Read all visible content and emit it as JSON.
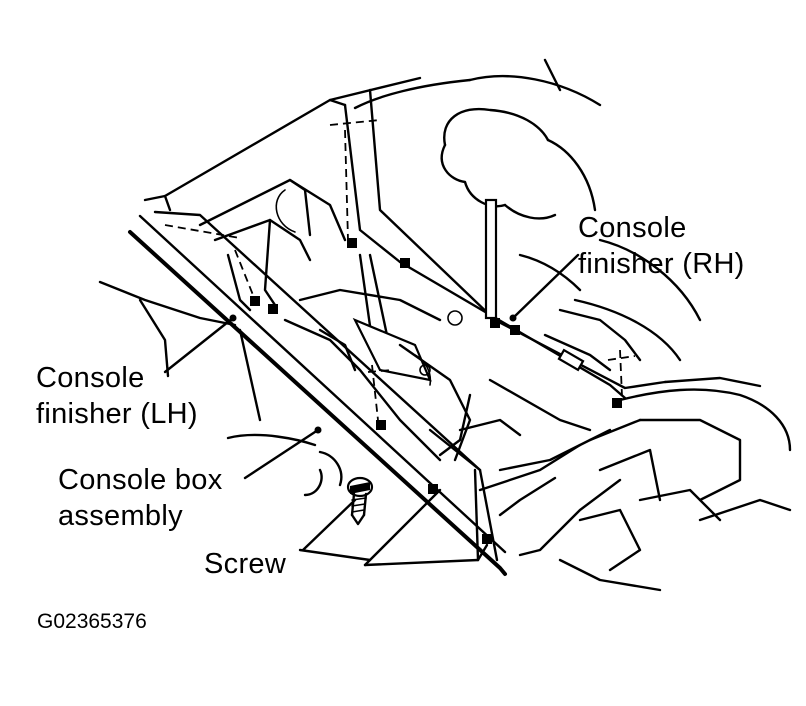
{
  "labels": {
    "console_finisher_rh": [
      "Console",
      "finisher (RH)"
    ],
    "console_finisher_lh": [
      "Console",
      "finisher (LH)"
    ],
    "console_box_assembly": [
      "Console box",
      "assembly"
    ],
    "screw": "Screw"
  },
  "figure_code": "G02365376"
}
